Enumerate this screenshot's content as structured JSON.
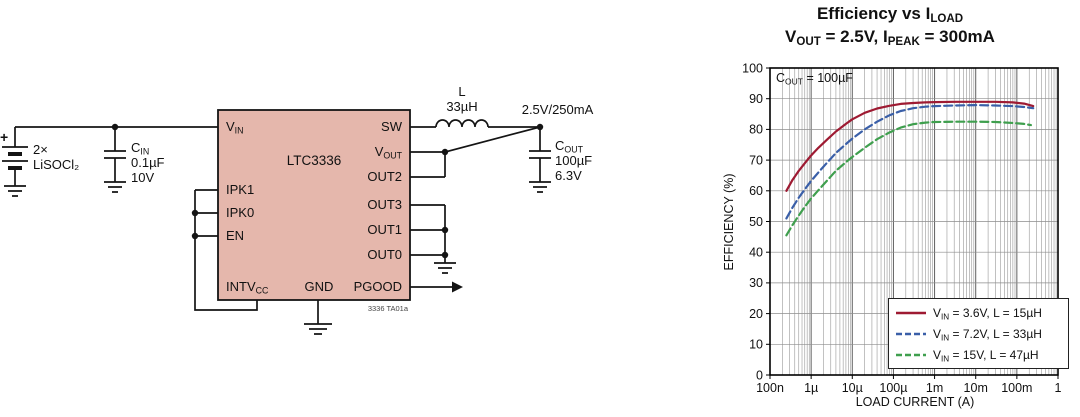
{
  "schematic": {
    "plus": "+",
    "battery": {
      "qty": "2×",
      "type": "LiSOCl₂"
    },
    "cin": {
      "ref": "C",
      "sub": "IN",
      "value": "0.1µF",
      "voltage": "10V"
    },
    "cout": {
      "ref": "C",
      "sub": "OUT",
      "value": "100µF",
      "voltage": "6.3V"
    },
    "inductor": {
      "ref": "L",
      "value": "33µH"
    },
    "output_label": "2.5V/250mA",
    "ic_name": "LTC3336",
    "note": "3336 TA01a",
    "pins": {
      "vin": {
        "t": "V",
        "s": "IN"
      },
      "ipk1": {
        "t": "IPK1"
      },
      "ipk0": {
        "t": "IPK0"
      },
      "en": {
        "t": "EN"
      },
      "intvcc": {
        "t": "INTV",
        "s": "CC"
      },
      "gnd": {
        "t": "GND"
      },
      "sw": {
        "t": "SW"
      },
      "vout": {
        "t": "V",
        "s": "OUT"
      },
      "out2": {
        "t": "OUT2"
      },
      "out3": {
        "t": "OUT3"
      },
      "out1": {
        "t": "OUT1"
      },
      "out0": {
        "t": "OUT0"
      },
      "pgood": {
        "t": "PGOOD"
      }
    }
  },
  "chart": {
    "title1": {
      "pre": "Efficiency vs I",
      "sub": "LOAD"
    },
    "title2": {
      "p1": "V",
      "s1": "OUT",
      "p2": " = 2.5V, I",
      "s2": "PEAK",
      "p3": " = 300mA"
    },
    "annotation": {
      "p": "C",
      "s": "OUT",
      "rest": " = 100µF"
    },
    "legend": [
      {
        "pre": "V",
        "sub": "IN",
        "rest": " = 3.6V, L = 15µH"
      },
      {
        "pre": "V",
        "sub": "IN",
        "rest": " = 7.2V, L = 33µH"
      },
      {
        "pre": "V",
        "sub": "IN",
        "rest": " = 15V, L = 47µH"
      }
    ]
  },
  "chart_data": {
    "type": "line",
    "title": "Efficiency vs ILOAD",
    "subtitle": "VOUT = 2.5V, IPEAK = 300mA",
    "annotation": "COUT = 100µF",
    "xlabel": "LOAD CURRENT (A)",
    "ylabel": "EFFICIENCY (%)",
    "x_scale": "log",
    "x_range": [
      1e-07,
      1
    ],
    "y_range": [
      0,
      100
    ],
    "y_tick_step": 10,
    "x_tick_values": [
      1e-07,
      1e-06,
      1e-05,
      0.0001,
      0.001,
      0.01,
      0.1,
      1
    ],
    "x_tick_labels": [
      "100n",
      "1µ",
      "10µ",
      "100µ",
      "1m",
      "10m",
      "100m",
      "1"
    ],
    "grid": true,
    "legend_position": "bottom-right",
    "series": [
      {
        "name": "VIN = 3.6V, L = 15µH",
        "color": "#9e1a32",
        "dash": "",
        "points": [
          [
            2.5e-07,
            60
          ],
          [
            3.5e-07,
            63.5
          ],
          [
            5e-07,
            66.5
          ],
          [
            7e-07,
            69
          ],
          [
            1e-06,
            71.5
          ],
          [
            1.5e-06,
            74
          ],
          [
            2.5e-06,
            76.8
          ],
          [
            4e-06,
            79.3
          ],
          [
            7e-06,
            81.8
          ],
          [
            1e-05,
            83.3
          ],
          [
            2e-05,
            85.4
          ],
          [
            4e-05,
            86.8
          ],
          [
            8e-05,
            87.7
          ],
          [
            0.00015,
            88.3
          ],
          [
            0.0003,
            88.6
          ],
          [
            0.0006,
            88.8
          ],
          [
            0.001,
            88.9
          ],
          [
            0.003,
            89
          ],
          [
            0.01,
            89
          ],
          [
            0.03,
            89
          ],
          [
            0.08,
            88.8
          ],
          [
            0.15,
            88.4
          ],
          [
            0.25,
            87.6
          ]
        ]
      },
      {
        "name": "VIN = 7.2V, L = 33µH",
        "color": "#3a5fa8",
        "dash": "8 4",
        "points": [
          [
            2.5e-07,
            51
          ],
          [
            3.5e-07,
            54.5
          ],
          [
            5e-07,
            57.8
          ],
          [
            7e-07,
            60.5
          ],
          [
            1e-06,
            63.2
          ],
          [
            1.5e-06,
            66
          ],
          [
            2.5e-06,
            69.3
          ],
          [
            4e-06,
            72.3
          ],
          [
            7e-06,
            75.2
          ],
          [
            1e-05,
            77
          ],
          [
            2e-05,
            80
          ],
          [
            4e-05,
            82.5
          ],
          [
            8e-05,
            84.6
          ],
          [
            0.00015,
            86
          ],
          [
            0.0003,
            86.9
          ],
          [
            0.0006,
            87.4
          ],
          [
            0.001,
            87.6
          ],
          [
            0.003,
            87.8
          ],
          [
            0.01,
            87.9
          ],
          [
            0.03,
            87.8
          ],
          [
            0.08,
            87.6
          ],
          [
            0.15,
            87.3
          ],
          [
            0.25,
            86.9
          ]
        ]
      },
      {
        "name": "VIN = 15V, L = 47µH",
        "color": "#3f9f4e",
        "dash": "8 4",
        "points": [
          [
            2.5e-07,
            45.5
          ],
          [
            3.5e-07,
            48.8
          ],
          [
            5e-07,
            52
          ],
          [
            7e-07,
            54.8
          ],
          [
            1e-06,
            57.5
          ],
          [
            1.5e-06,
            60.2
          ],
          [
            2.5e-06,
            63.5
          ],
          [
            4e-06,
            66.5
          ],
          [
            7e-06,
            69.3
          ],
          [
            1e-05,
            71
          ],
          [
            2e-05,
            74
          ],
          [
            4e-05,
            76.8
          ],
          [
            8e-05,
            79
          ],
          [
            0.00015,
            80.6
          ],
          [
            0.0003,
            81.7
          ],
          [
            0.0006,
            82.2
          ],
          [
            0.001,
            82.4
          ],
          [
            0.003,
            82.5
          ],
          [
            0.01,
            82.5
          ],
          [
            0.03,
            82.4
          ],
          [
            0.08,
            82.1
          ],
          [
            0.15,
            81.8
          ],
          [
            0.22,
            81.4
          ]
        ]
      }
    ]
  }
}
